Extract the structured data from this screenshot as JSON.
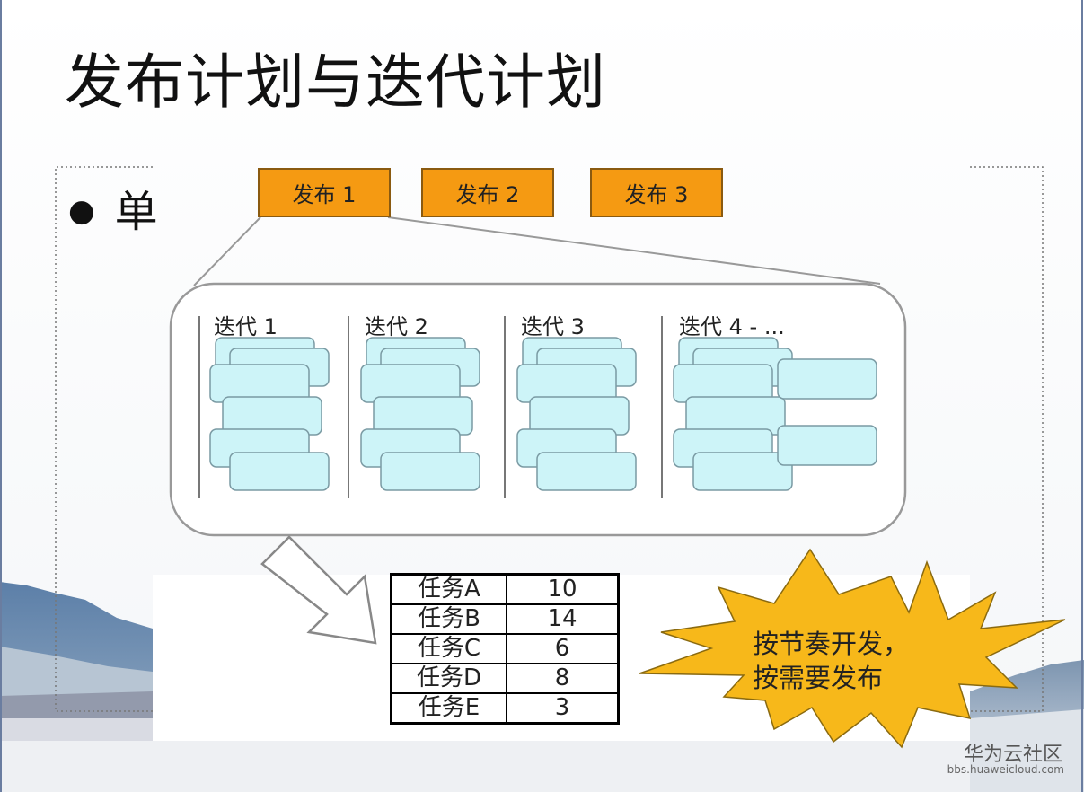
{
  "slide": {
    "title": "发布计划与迭代计划",
    "bullet_text": "单"
  },
  "releases": [
    "发布 1",
    "发布 2",
    "发布 3"
  ],
  "iterations": [
    "迭代 1",
    "迭代 2",
    "迭代 3",
    "迭代 4 - ..."
  ],
  "task_table": {
    "rows": [
      {
        "name": "任务A",
        "value": "10"
      },
      {
        "name": "任务B",
        "value": "14"
      },
      {
        "name": "任务C",
        "value": "6"
      },
      {
        "name": "任务D",
        "value": "8"
      },
      {
        "name": "任务E",
        "value": "3"
      }
    ]
  },
  "callout": {
    "line1": "按节奏开发，",
    "line2": "按需要发布"
  },
  "watermark": {
    "site_name": "华为云社区",
    "url": "bbs.huaweicloud.com"
  },
  "colors": {
    "release_fill": "#f59a12",
    "story_card_fill": "#cdf4f8",
    "burst_fill": "#f7b81a"
  }
}
